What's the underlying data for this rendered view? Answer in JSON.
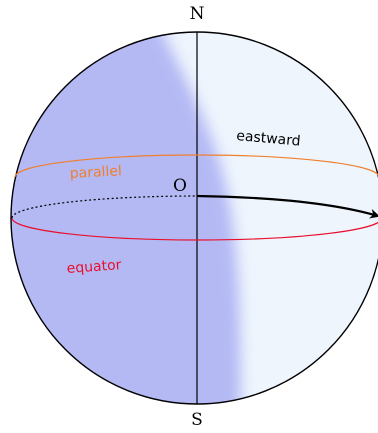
{
  "labels": {
    "north": "N",
    "south": "S",
    "origin": "O",
    "parallel": "parallel",
    "equator": "equator",
    "direction": "eastward"
  },
  "colors": {
    "night_side": "#b4b9f4",
    "day_side": "#eef5fd",
    "outline": "#000000",
    "parallel": "#f07f2d",
    "equator": "#e8102c",
    "arrow": "#000000"
  }
}
